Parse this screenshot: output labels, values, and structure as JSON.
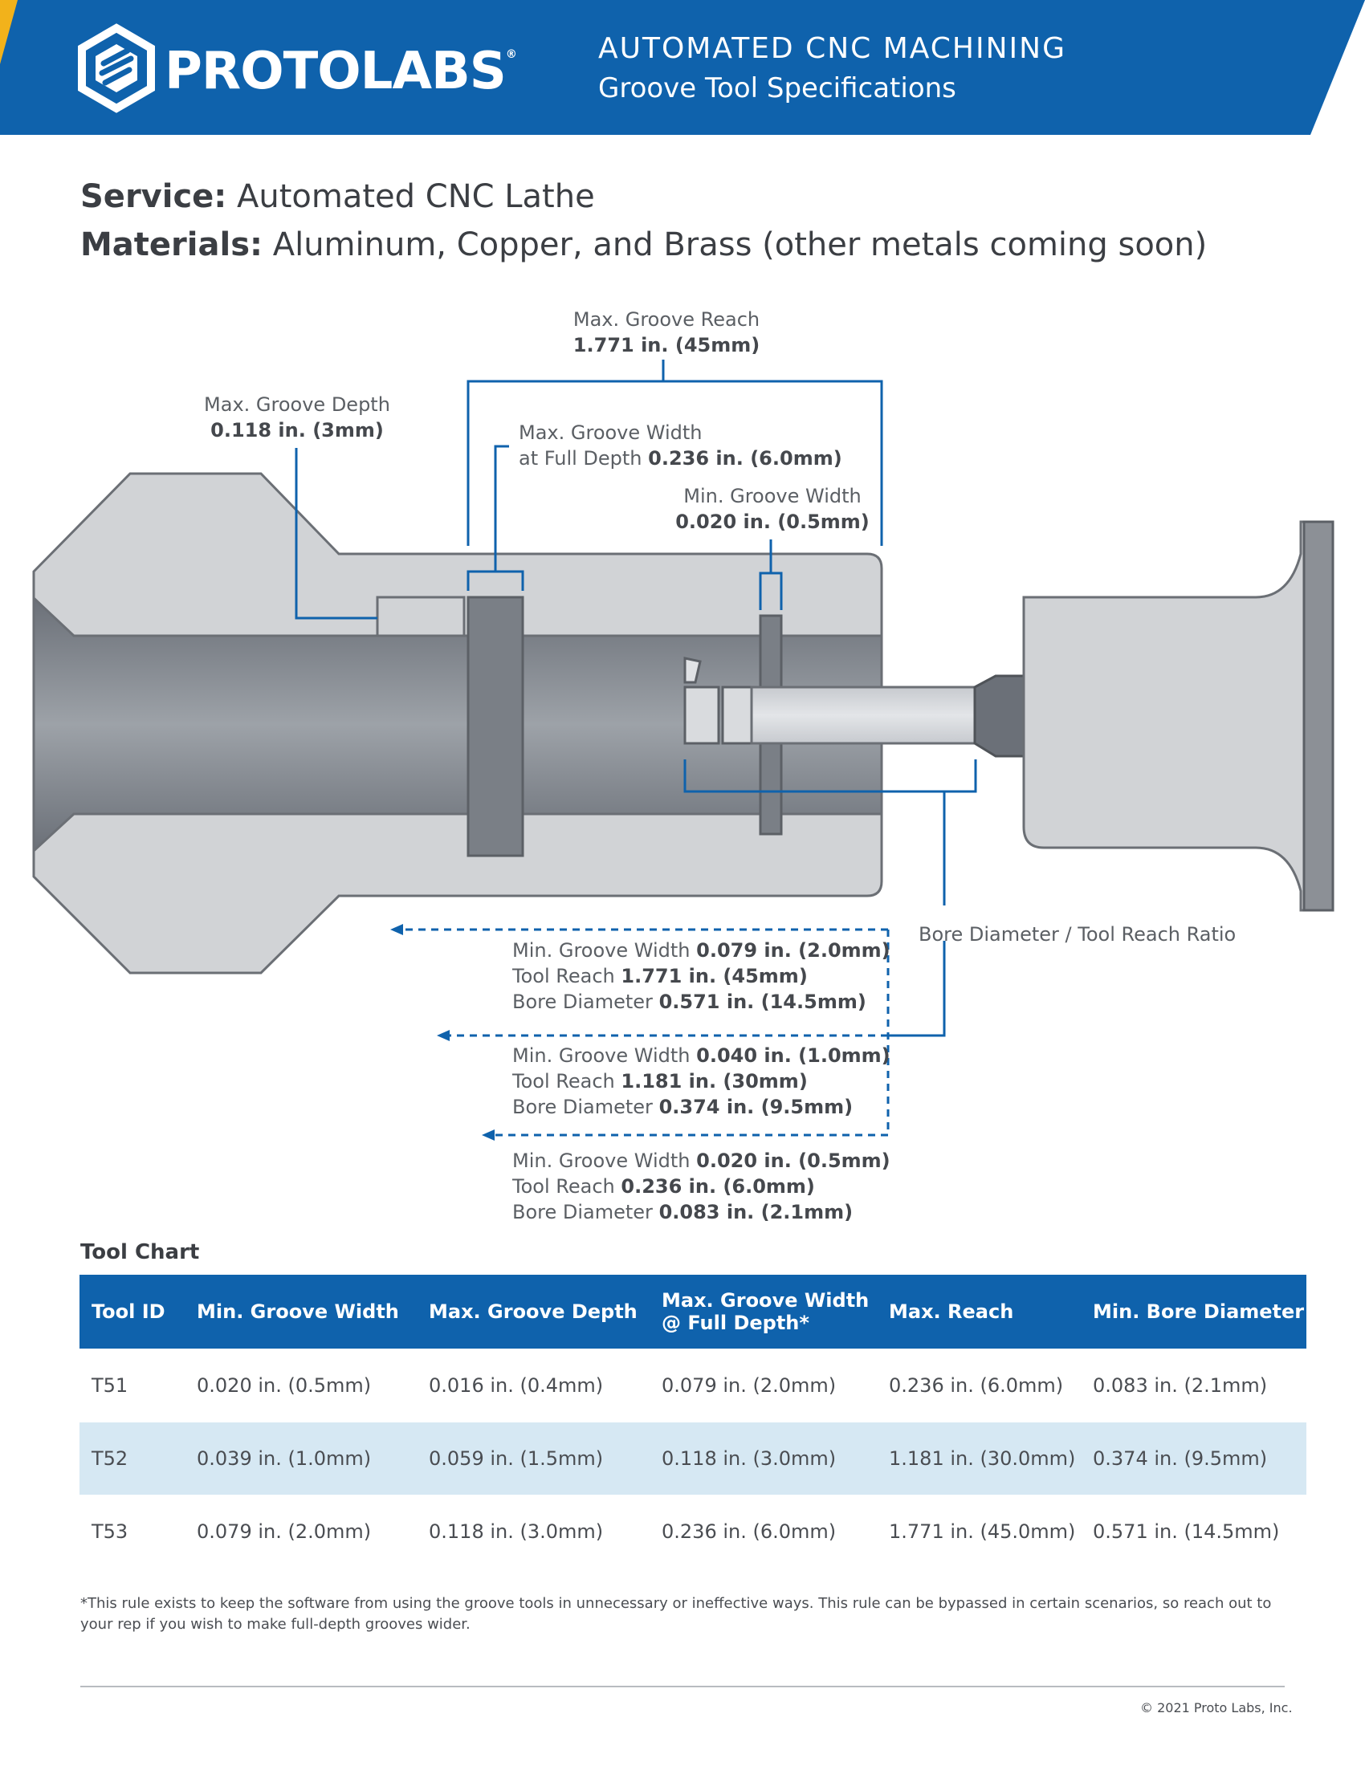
{
  "colors": {
    "brand_blue": "#0f62ac",
    "accent_yellow": "#f2b21b",
    "row_highlight": "#d6e8f3"
  },
  "header": {
    "brand": "PROTOLABS",
    "brand_mark": "®",
    "logo_icon": "hexagon-logo-icon",
    "line1": "AUTOMATED CNC MACHINING",
    "line2": "Groove Tool Specifications"
  },
  "service": {
    "label": "Service:",
    "value": "Automated CNC Lathe"
  },
  "materials": {
    "label": "Materials:",
    "value": "Aluminum, Copper, and Brass (other metals coming soon)"
  },
  "diagram": {
    "reach": {
      "title": "Max. Groove Reach",
      "value": "1.771 in. (45mm)"
    },
    "depth": {
      "title": "Max. Groove Depth",
      "value": "0.118 in. (3mm)"
    },
    "width_full": {
      "title": "Max. Groove Width",
      "prefix": "at Full Depth",
      "value": "0.236 in. (6.0mm)"
    },
    "min_width": {
      "title": "Min. Groove Width",
      "value": "0.020 in. (0.5mm)"
    },
    "ratio_label": "Bore Diameter / Tool Reach Ratio",
    "groups": [
      {
        "l1": "Min. Groove Width",
        "v1": "0.079 in. (2.0mm)",
        "l2": "Tool Reach",
        "v2": "1.771 in. (45mm)",
        "l3": "Bore Diameter",
        "v3": "0.571 in. (14.5mm)"
      },
      {
        "l1": "Min. Groove Width",
        "v1": "0.040 in. (1.0mm)",
        "l2": "Tool Reach",
        "v2": "1.181 in. (30mm)",
        "l3": "Bore Diameter",
        "v3": "0.374 in. (9.5mm)"
      },
      {
        "l1": "Min. Groove Width",
        "v1": "0.020 in. (0.5mm)",
        "l2": "Tool Reach",
        "v2": "0.236 in. (6.0mm)",
        "l3": "Bore Diameter",
        "v3": "0.083 in. (2.1mm)"
      }
    ]
  },
  "tool_chart": {
    "title": "Tool Chart",
    "headers": [
      "Tool ID",
      "Min. Groove Width",
      "Max. Groove Depth",
      "Max. Groove Width",
      "@ Full Depth*",
      "Max. Reach",
      "Min. Bore Diameter"
    ],
    "rows": [
      [
        "T51",
        "0.020 in. (0.5mm)",
        "0.016 in. (0.4mm)",
        "0.079 in. (2.0mm)",
        "0.236 in. (6.0mm)",
        "0.083 in. (2.1mm)"
      ],
      [
        "T52",
        "0.039 in. (1.0mm)",
        "0.059 in. (1.5mm)",
        "0.118 in. (3.0mm)",
        "1.181 in. (30.0mm)",
        "0.374 in. (9.5mm)"
      ],
      [
        "T53",
        "0.079 in. (2.0mm)",
        "0.118 in. (3.0mm)",
        "0.236 in. (6.0mm)",
        "1.771 in. (45.0mm)",
        "0.571 in. (14.5mm)"
      ]
    ]
  },
  "footnote": "*This rule exists to keep the software from using the groove tools in unnecessary or ineffective ways. This rule can be bypassed in certain scenarios, so reach out to your rep if you wish to make full-depth grooves wider.",
  "copyright": "© 2021 Proto Labs, Inc."
}
